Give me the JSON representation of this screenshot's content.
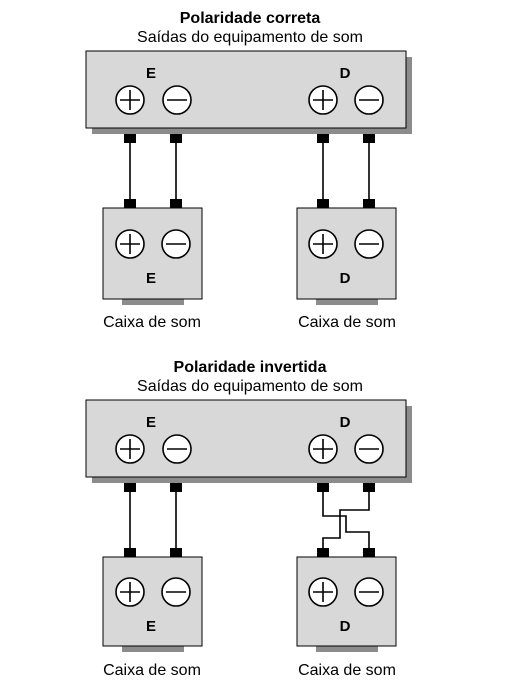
{
  "colors": {
    "panel_fill": "#d8d8d8",
    "panel_shadow": "#8c8c8c",
    "speaker_fill": "#d8d8d8",
    "speaker_base": "#8c8c8c",
    "wire": "#000000"
  },
  "sections": [
    {
      "title": "Polaridade correta",
      "subtitle": "Saídas do equipamento de som",
      "amp_left_label": "E",
      "amp_right_label": "D",
      "speaker_left_label": "E",
      "speaker_right_label": "D",
      "speaker_left_caption": "Caixa de som",
      "speaker_right_caption": "Caixa de som",
      "right_wires": "straight"
    },
    {
      "title": "Polaridade invertida",
      "subtitle": "Saídas do equipamento de som",
      "amp_left_label": "E",
      "amp_right_label": "D",
      "speaker_left_label": "E",
      "speaker_right_label": "D",
      "speaker_left_caption": "Caixa de som",
      "speaker_right_caption": "Caixa de som",
      "right_wires": "crossed"
    }
  ]
}
